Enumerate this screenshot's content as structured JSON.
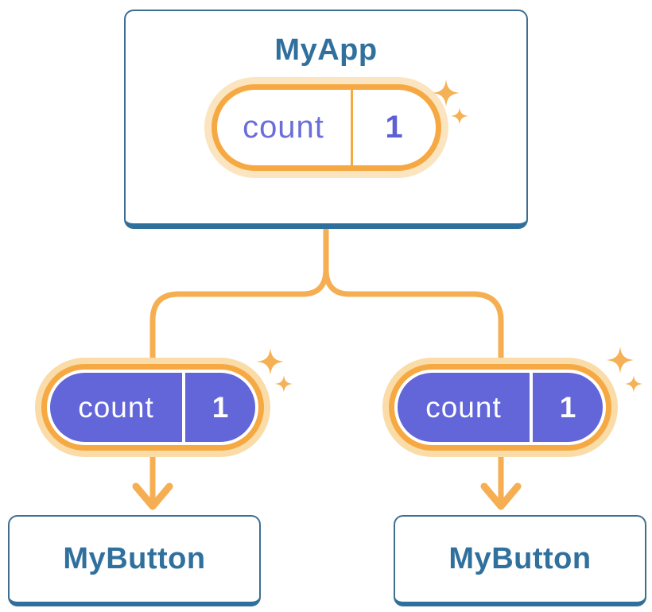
{
  "diagram": {
    "description": "React state lifted up: parent component passes count state down to two child buttons",
    "tree": {
      "root": {
        "label": "MyApp",
        "state": {
          "key": "count",
          "value": "1"
        }
      },
      "children": [
        {
          "label": "MyButton",
          "state": {
            "key": "count",
            "value": "1"
          }
        },
        {
          "label": "MyButton",
          "state": {
            "key": "count",
            "value": "1"
          }
        }
      ]
    },
    "icons": [
      "sparkle-icon",
      "arrow-down-icon"
    ],
    "colors": {
      "card_border_blue": "#3d6e92",
      "card_shadow_blue": "#2f6f9b",
      "label_blue": "#30709d",
      "connector_orange": "#f6ae52",
      "pill_ring_orange": "#f6a943",
      "pill_halo_light": "#fbe5c0",
      "pill_halo_child": "#fadca8",
      "pill_fill_purple": "#6266d8",
      "state_text_purple": "#6a6edb",
      "sparkle_orange": "#f5b155",
      "background": "#ffffff"
    }
  }
}
